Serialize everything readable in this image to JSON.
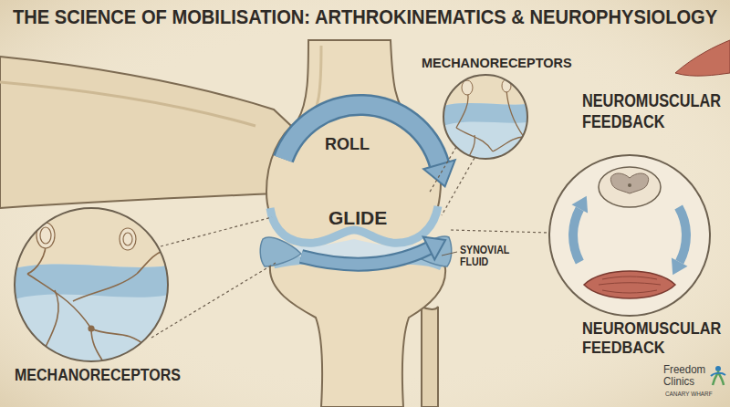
{
  "diagram": {
    "title": "THE SCIENCE OF MOBILISATION: ARTHROKINEMATICS & NEUROPHYSIOLOGY",
    "labels": [
      "MECHANORECEPTORS",
      "NEUROMUSCULAR FEEDBACK",
      "ROLL",
      "GLIDE",
      "SYNOVIAL FLUID",
      "MECHANORECEPTORS",
      "NEUROMUSCULAR FEEDBACK",
      "Freedom Clinics",
      "CANARY WHARF"
    ]
  }
}
